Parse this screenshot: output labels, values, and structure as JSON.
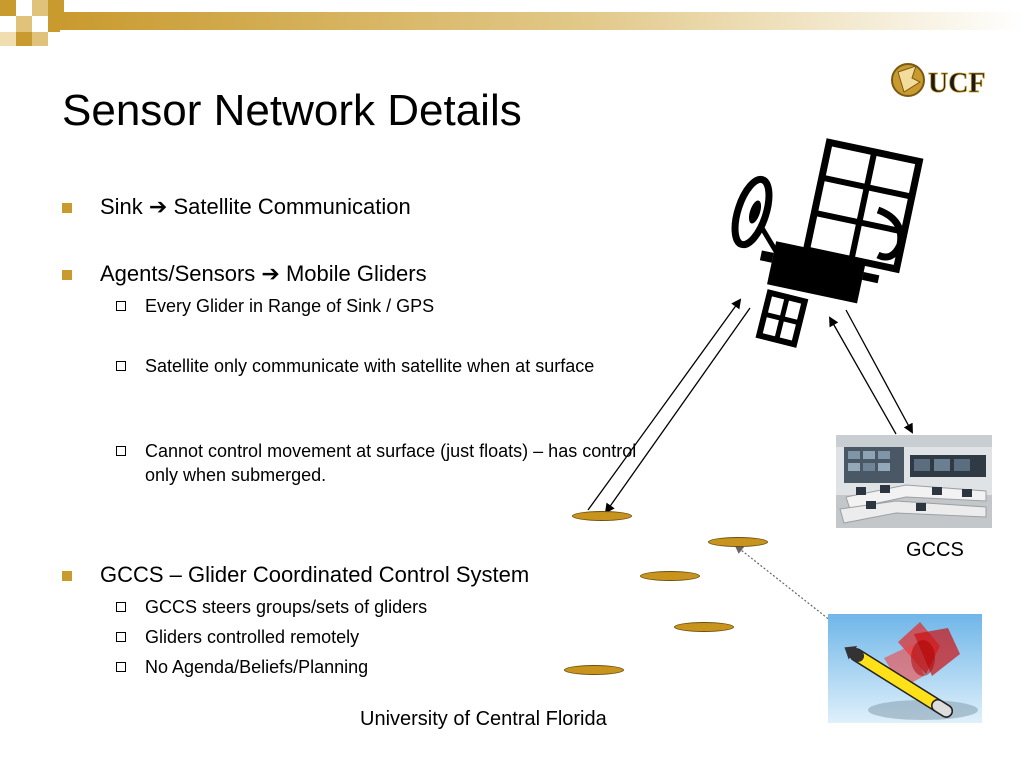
{
  "slide": {
    "title": "Sensor Network Details",
    "logo_text": "UCF",
    "footer": "University of Central Florida",
    "gccs_label": "GCCS"
  },
  "bullets": [
    {
      "text": "Sink ➔ Satellite Communication",
      "sub": []
    },
    {
      "text": "Agents/Sensors ➔ Mobile Gliders",
      "sub": [
        "Every Glider in Range of Sink / GPS",
        "Satellite only communicate  with satellite when at surface",
        "Cannot control movement at surface (just floats) – has control only when submerged."
      ]
    },
    {
      "text": "GCCS – Glider Coordinated Control System",
      "sub": [
        "GCCS steers groups/sets of gliders",
        "Gliders controlled remotely",
        "No Agenda/Beliefs/Planning"
      ]
    }
  ],
  "colors": {
    "bullet_gold": "#c99a2e",
    "band_gold": "#c99a2e",
    "glider_disc": "#c8941e"
  },
  "icons": [
    "satellite-icon",
    "ucf-logo",
    "control-room-photo",
    "glider-sonar-image"
  ]
}
